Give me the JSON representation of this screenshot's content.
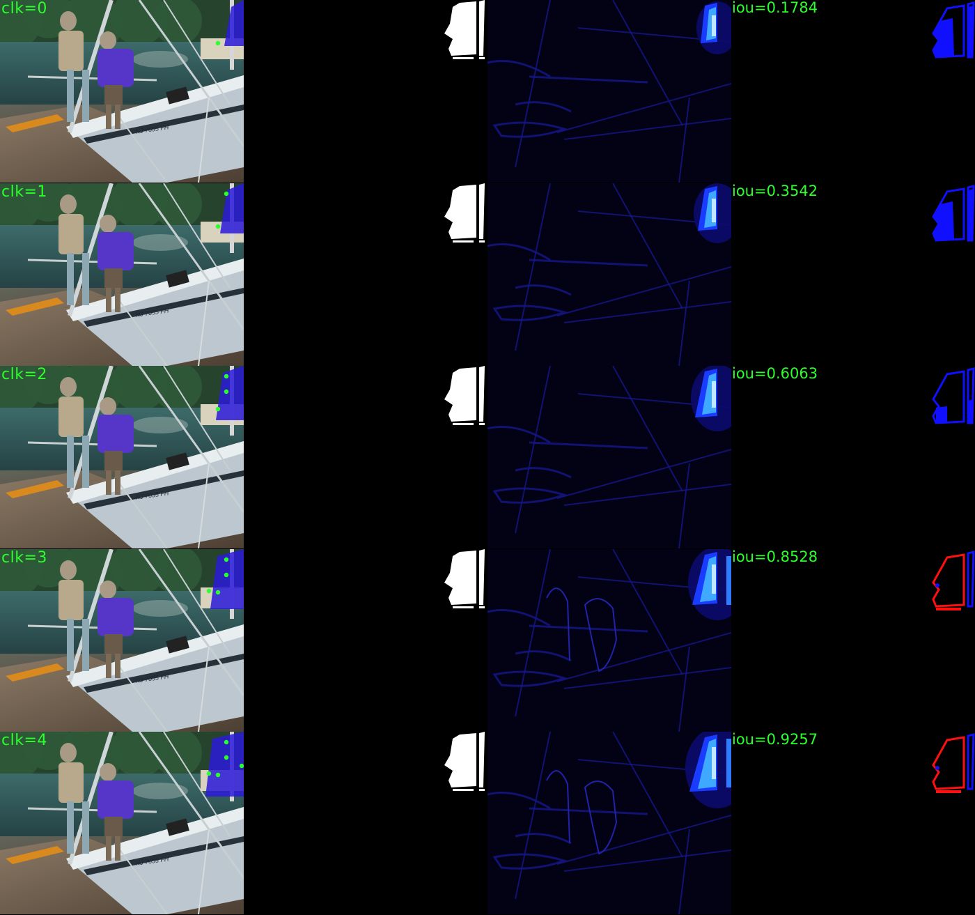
{
  "colors": {
    "label_green": "#2dff2d",
    "positive_click": "#2dff2d",
    "mask_white": "#ffffff",
    "pred_blue": "#1010ff",
    "error_red": "#ff1010"
  },
  "boat_registration": "NJ 7055 FH",
  "rows": [
    {
      "click_label": "clk=0",
      "iou_label": "iou=0.1784",
      "iou": 0.1784
    },
    {
      "click_label": "clk=1",
      "iou_label": "iou=0.3542",
      "iou": 0.3542
    },
    {
      "click_label": "clk=2",
      "iou_label": "iou=0.6063",
      "iou": 0.6063
    },
    {
      "click_label": "clk=3",
      "iou_label": "iou=0.8528",
      "iou": 0.8528
    },
    {
      "click_label": "clk=4",
      "iou_label": "iou=0.9257",
      "iou": 0.9257
    }
  ]
}
